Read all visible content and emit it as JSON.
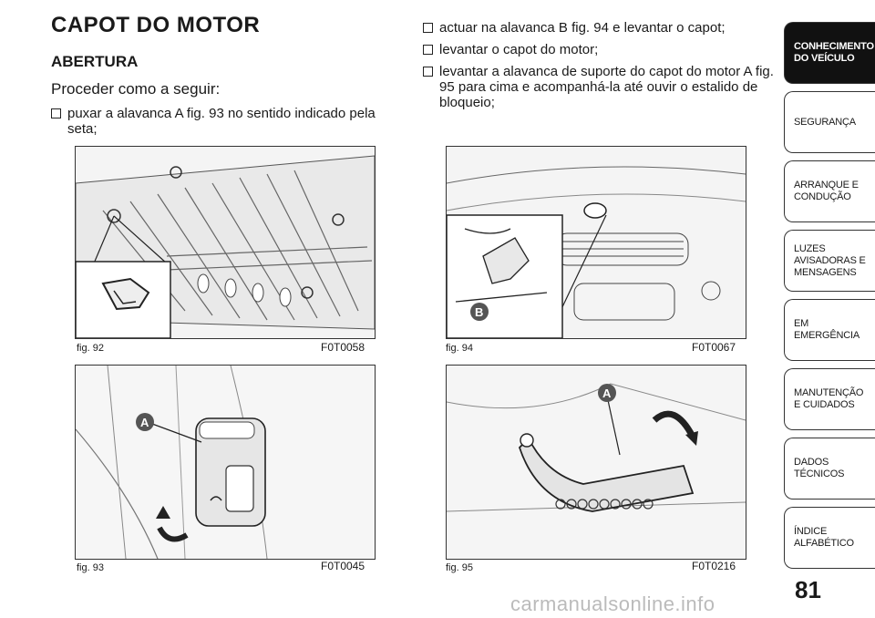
{
  "heading": "CAPOT DO MOTOR",
  "subheading": "ABERTURA",
  "intro": "Proceder como a seguir:",
  "bullets_left": [
    "puxar a alavanca A fig. 93 no sentido indicado pela seta;"
  ],
  "bullets_right": [
    "actuar na alavanca B fig. 94 e levantar o capot;",
    "levantar o capot do motor;",
    "levantar a alavanca de suporte do capot do motor A fig. 95 para cima e acompanhá-la até ouvir o estalido de bloqueio;"
  ],
  "figures": [
    {
      "caption": "fig. 92",
      "code": "F0T0058"
    },
    {
      "caption": "fig. 93",
      "code": "F0T0045",
      "callout": "A"
    },
    {
      "caption": "fig. 94",
      "code": "F0T0067",
      "callout": "B"
    },
    {
      "caption": "fig. 95",
      "code": "F0T0216",
      "callout": "A"
    }
  ],
  "tabs": [
    "CONHECIMENTO DO VEÍCULO",
    "SEGURANÇA",
    "ARRANQUE E CONDUÇÃO",
    "LUZES AVISADORAS E MENSAGENS",
    "EM EMERGÊNCIA",
    "MANUTENÇÃO E CUIDADOS",
    "DADOS TÉCNICOS",
    "ÍNDICE ALFABÉTICO"
  ],
  "active_tab_color": "#111111",
  "page_number": "81",
  "watermark": "carmanualsonline.info"
}
